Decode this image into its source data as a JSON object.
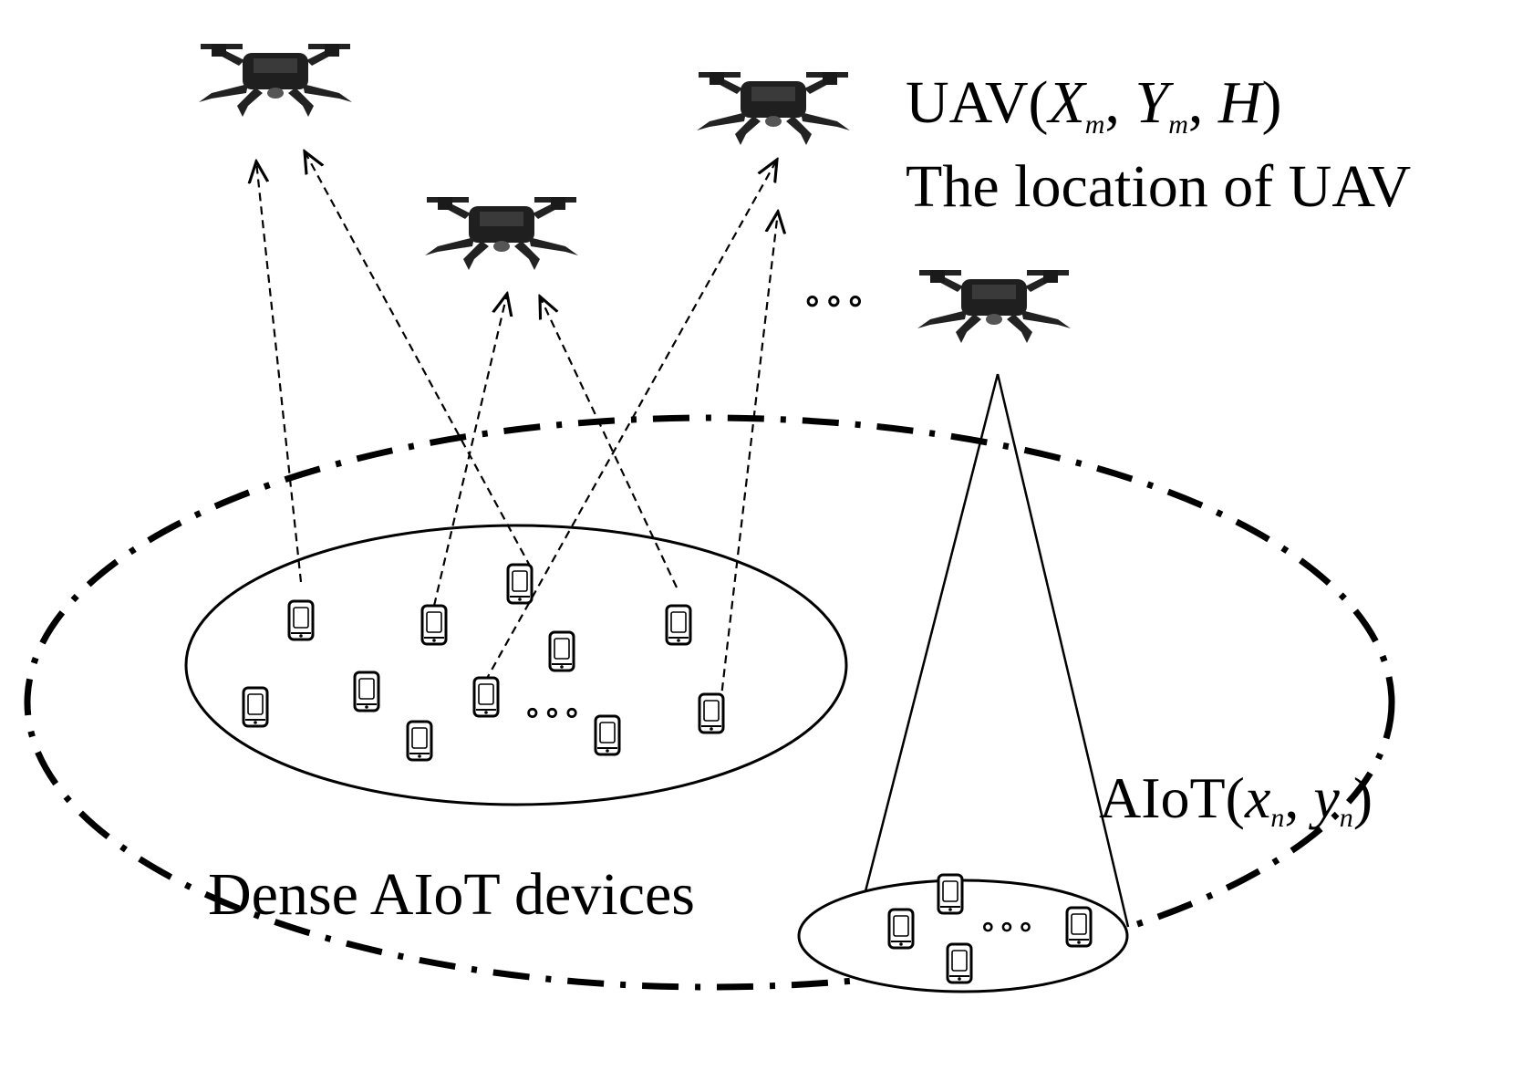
{
  "uav_label": {
    "prefix": "UAV(",
    "x_var": "X",
    "x_sub": "m",
    "y_var": "Y",
    "y_sub": "m",
    "h_var": "H",
    "suffix": ")"
  },
  "uav_location_caption": "The location of UAV",
  "uav_ellipsis": "∘∘∘",
  "aiot_label": {
    "prefix": "AIoT(",
    "x_var": "x",
    "x_sub": "n",
    "y_var": "y",
    "y_sub": "n",
    "suffix": ")"
  },
  "dense_cluster_label": "Dense AIoT devices",
  "dense_ellipsis": "∘∘∘",
  "sparse_ellipsis": "∘∘∘"
}
